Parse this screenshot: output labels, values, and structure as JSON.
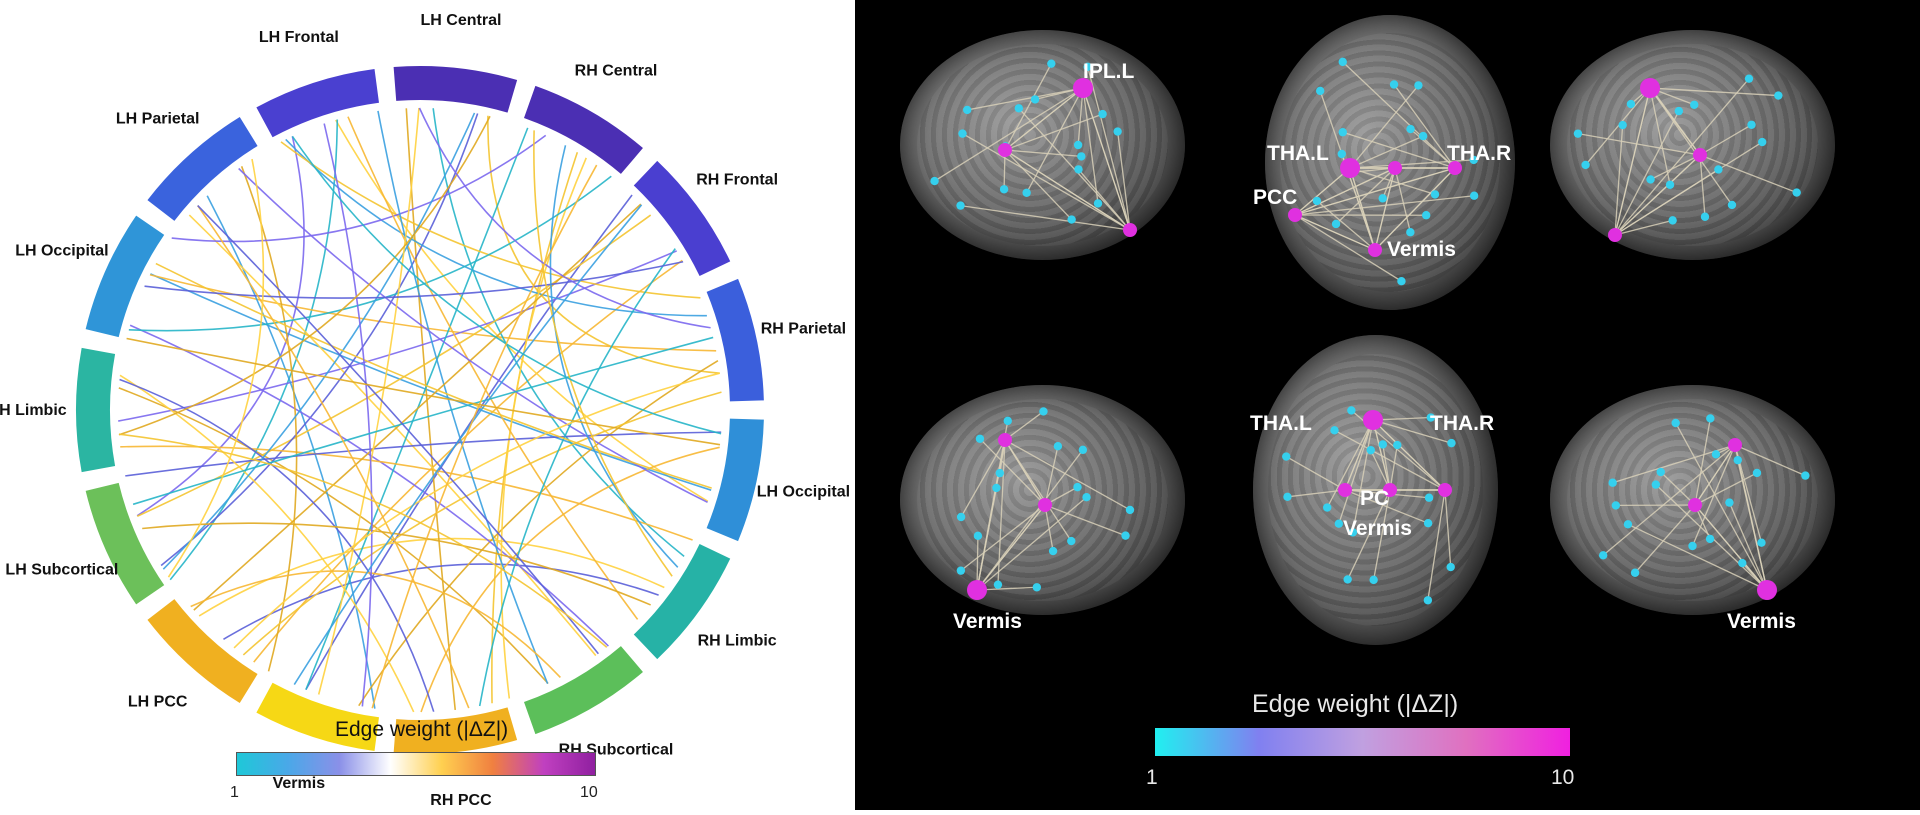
{
  "left": {
    "sectors": [
      {
        "label": "LH Central",
        "color": "#4b2fb3"
      },
      {
        "label": "RH Central",
        "color": "#4b2fb3"
      },
      {
        "label": "RH Frontal",
        "color": "#4a3fd0"
      },
      {
        "label": "RH Parietal",
        "color": "#3b5fdc"
      },
      {
        "label": "LH Occipital",
        "color": "#2f8fd8"
      },
      {
        "label": "RH Limbic",
        "color": "#26b2a6"
      },
      {
        "label": "RH Subcortical",
        "color": "#5cbf5a"
      },
      {
        "label": "RH PCC",
        "color": "#f0b020"
      },
      {
        "label": "Vermis",
        "color": "#f6d815"
      },
      {
        "label": "LH PCC",
        "color": "#f0b020"
      },
      {
        "label": "LH Subcortical",
        "color": "#6cc05a"
      },
      {
        "label": "LH Limbic",
        "color": "#2bb5a2"
      },
      {
        "label": "LH Occipital",
        "color": "#2f95d8"
      },
      {
        "label": "LH Parietal",
        "color": "#3a63dd"
      },
      {
        "label": "LH Frontal",
        "color": "#4a40d0"
      }
    ],
    "colorbar": {
      "title": "Edge weight (|ΔZ|)",
      "min_label": "1",
      "max_label": "10",
      "colors": [
        "#1ec8d8",
        "#4aa8e8",
        "#8a90e8",
        "#ffffff",
        "#ffd050",
        "#f08040",
        "#c040c0",
        "#9020a0"
      ]
    }
  },
  "right": {
    "node_labels": {
      "ipl_l": "IPL.L",
      "tha_l_top": "THA.L",
      "tha_r_top": "THA.R",
      "pcc": "PCC",
      "vermis_top": "Vermis",
      "tha_l_bottom": "THA.L",
      "tha_r_bottom": "THA.R",
      "pcc_bottom": "PC",
      "vermis_bottom_mid": "Vermis",
      "vermis_bottom_left": "Vermis",
      "vermis_bottom_right": "Vermis"
    },
    "colorbar": {
      "title": "Edge weight (|ΔZ|)",
      "min_label": "1",
      "max_label": "10",
      "colors": [
        "#20f0f0",
        "#8080f0",
        "#c0a0e0",
        "#e070c0",
        "#f020e0"
      ]
    },
    "colors": {
      "node_cyan": "#35d0ee",
      "node_magenta": "#e030e0",
      "edge": "#d8d0b8"
    }
  }
}
